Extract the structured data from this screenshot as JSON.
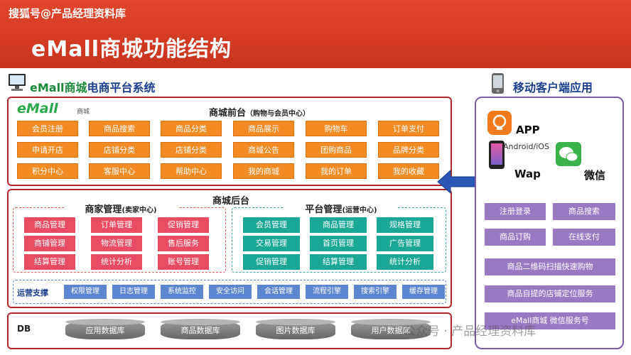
{
  "header": {
    "watermark": "搜狐号@产品经理资料库",
    "title": "eMall商城功能结构"
  },
  "system": {
    "title_brand": "eMall商城",
    "title_rest": "电商平台系统",
    "logo_text": "eMall",
    "logo_sub": "商城"
  },
  "frontend": {
    "title": "商城前台",
    "subtitle": "（购物与会员中心）",
    "items": [
      "会员注册",
      "商品搜索",
      "商品分类",
      "商品展示",
      "购物车",
      "订单支付",
      "申请开店",
      "店铺分类",
      "店铺分类",
      "商城公告",
      "团购商品",
      "品牌分类",
      "积分中心",
      "客服中心",
      "帮助中心",
      "我的商城",
      "我的订单",
      "我的收藏"
    ]
  },
  "backend": {
    "title": "商城后台",
    "merchant": {
      "title": "商家管理",
      "subtitle": "(卖家中心)",
      "items": [
        "商品管理",
        "订单管理",
        "促销管理",
        "商铺管理",
        "物流管理",
        "售后服务",
        "结算管理",
        "统计分析",
        "账号管理"
      ]
    },
    "platform": {
      "title": "平台管理",
      "subtitle": "(运营中心)",
      "items": [
        "会员管理",
        "商品管理",
        "规格管理",
        "交易管理",
        "首页管理",
        "广告管理",
        "促销管理",
        "结算管理",
        "统计分析"
      ]
    },
    "ops": {
      "title": "运营支撑",
      "items": [
        "权限管理",
        "日志管理",
        "系统监控",
        "安全访问",
        "会话管理",
        "流程引擎",
        "搜索引擎",
        "缓存管理"
      ]
    }
  },
  "db": {
    "label": "DB",
    "items": [
      "应用数据库",
      "商品数据库",
      "图片数据库",
      "用户数据库"
    ]
  },
  "mobile": {
    "title": "移动客户端应用",
    "app_label": "APP",
    "android_label": "Android/iOS",
    "wap_label": "Wap",
    "wechat_label": "微信",
    "features": [
      "注册登录",
      "商品搜索",
      "商品订购",
      "在线支付",
      "商品二维码扫描快速购物",
      "商品自提的店铺定位服务",
      "eMall商城 微信服务号"
    ]
  },
  "footer_watermark": "公众号 · 产品经理资料库",
  "colors": {
    "banner": "#d33d22",
    "frame_red": "#b3272c",
    "frame_purple": "#7b5aa8",
    "front_button": "#f28b24",
    "merchant_button": "#e94b62",
    "platform_button": "#1aa796",
    "ops_button": "#5c86cf",
    "mobile_button": "#9a79c4",
    "db_cylinder": "#7a7a7a"
  }
}
